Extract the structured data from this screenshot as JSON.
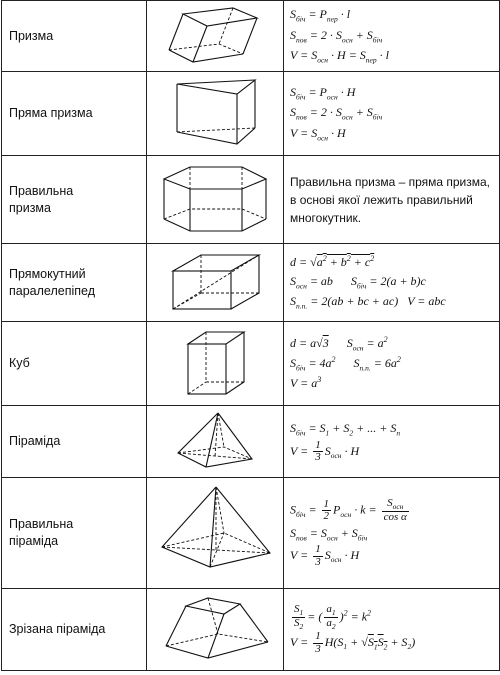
{
  "rows": [
    {
      "name": "Призма",
      "formulas": [
        "S_біч = P_пер · l",
        "S_пов = 2 · S_осн + S_біч",
        "V = S_осн · H = S_пер · l"
      ]
    },
    {
      "name": "Пряма призма",
      "formulas": [
        "S_біч = P_осн · H",
        "S_пов = 2 · S_осн + S_біч",
        "V = S_осн · H"
      ]
    },
    {
      "name": "Правильна\nпризма",
      "note": "Правильна призма – пряма призма, в основі якої лежить правильний многокутник."
    },
    {
      "name": "Прямокутний\nпаралелепіпед",
      "formulas": [
        "d = √(a² + b² + c²)",
        "S_осн = ab    S_біч = 2(a + b)c",
        "S_п.п. = 2(ab + bc + ac)   V = abc"
      ]
    },
    {
      "name": "Куб",
      "formulas": [
        "d = a√3    S_осн = a²",
        "S_біч = 4a²    S_п.п. = 6a²",
        "V = a³"
      ]
    },
    {
      "name": "Піраміда",
      "formulas": [
        "S_біч = S₁ + S₂ + ... + S_n",
        "V = 1/3 · S_осн · H"
      ]
    },
    {
      "name": "Правильна\nпіраміда",
      "formulas": [
        "S_біч = 1/2 · P_осн · k = S_осн / cos α",
        "S_пов = S_осн + S_біч",
        "V = 1/3 · S_осн · H"
      ]
    },
    {
      "name": "Зрізана піраміда",
      "formulas": [
        "S₁/S₂ = (a₁/a₂)² = k²",
        "V = 1/3 · H(S₁ + √(S₁S₂) + S₂)"
      ]
    }
  ],
  "icons": [
    "oblique-prism-figure",
    "right-triangular-prism-figure",
    "hexagonal-prism-figure",
    "cuboid-figure",
    "cube-figure",
    "square-pyramid-figure",
    "regular-pyramid-figure",
    "frustum-figure"
  ]
}
